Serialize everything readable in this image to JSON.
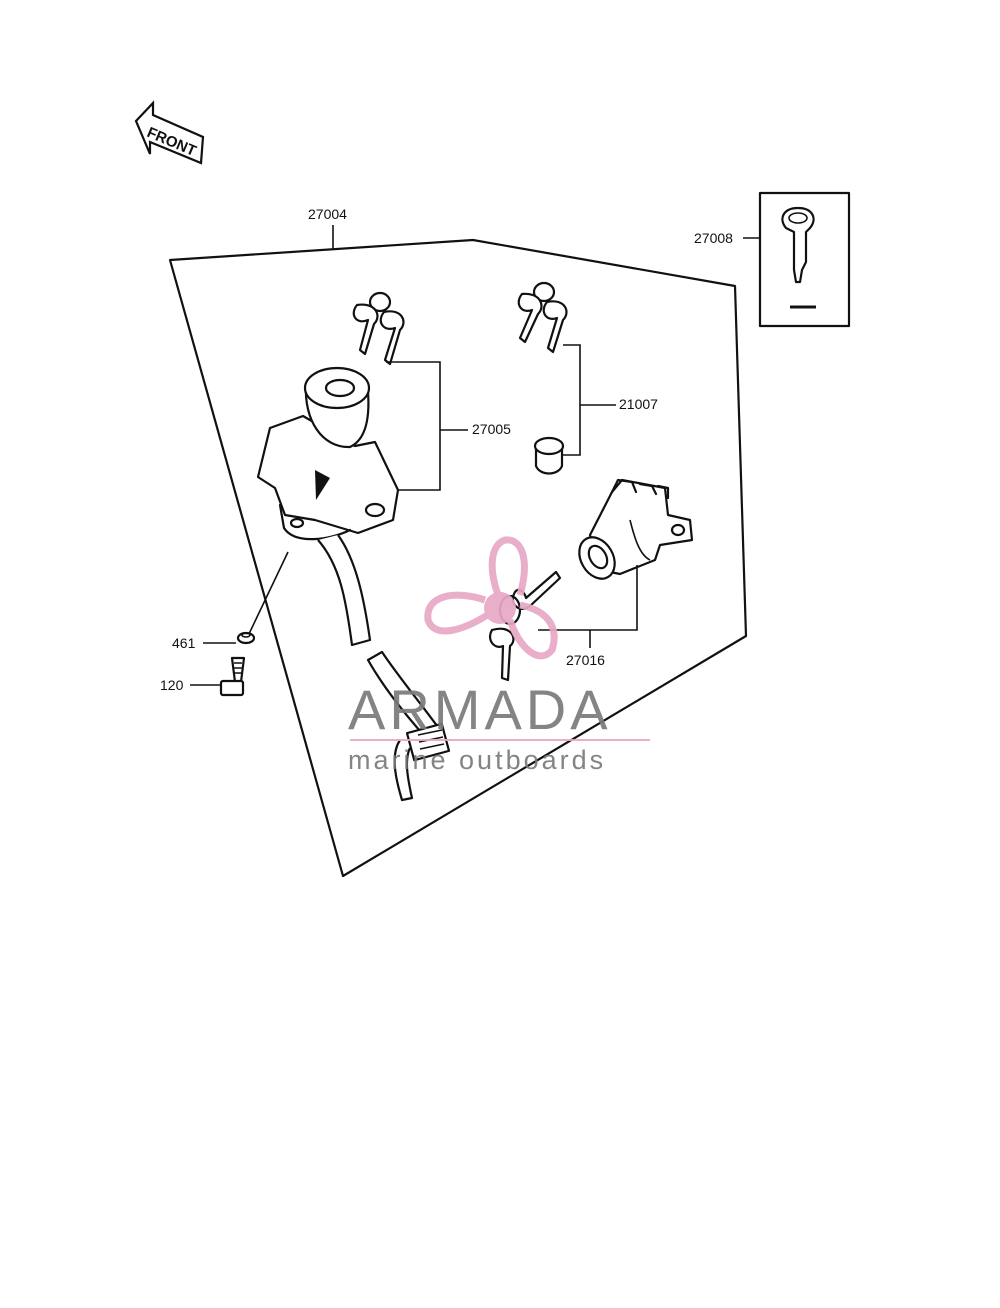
{
  "diagram": {
    "front_label": "FRONT",
    "parts": {
      "p27004": "27004",
      "p27008": "27008",
      "p27005": "27005",
      "p21007": "21007",
      "p27016": "27016",
      "p461": "461",
      "p120": "120"
    }
  },
  "watermark": {
    "title": "ARMADA",
    "subtitle": "marine outboards",
    "title_color": "#7a7a7a",
    "accent_color": "#e7a8c6"
  }
}
